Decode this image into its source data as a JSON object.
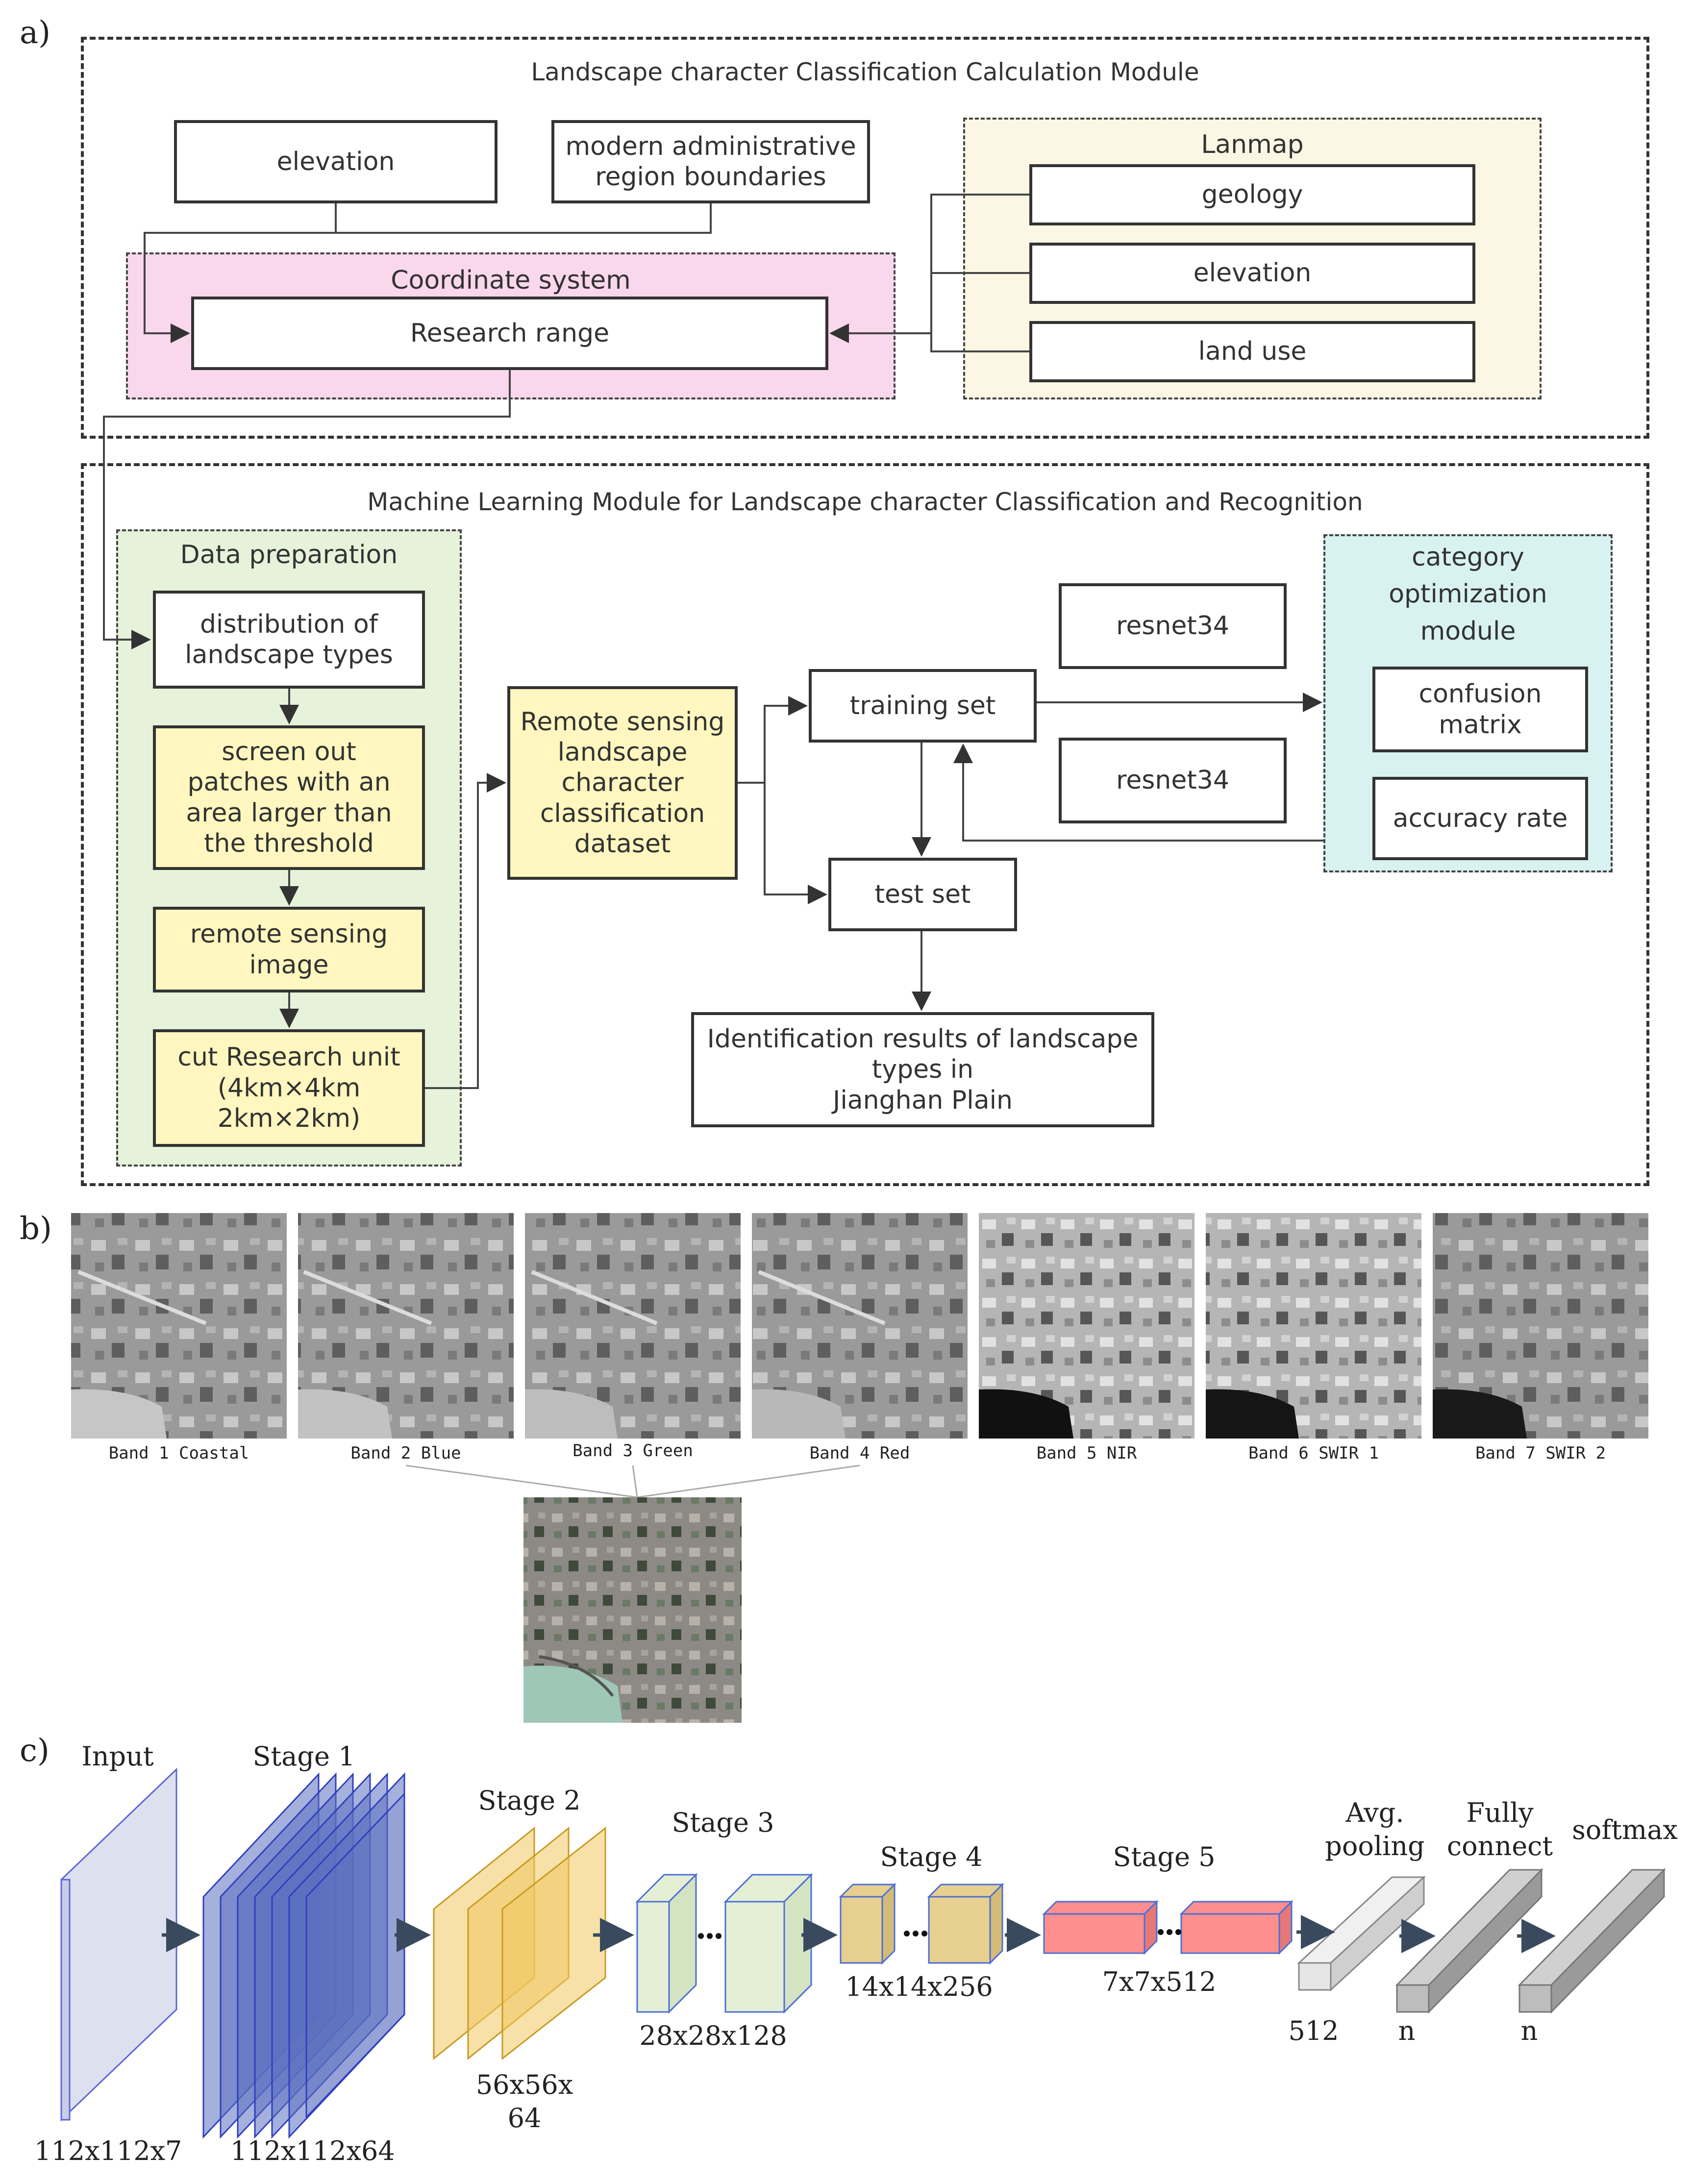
{
  "panels": {
    "a": "a)",
    "b": "b)",
    "c": "c)"
  },
  "module1": {
    "title": "Landscape character Classification Calculation Module",
    "elevation_top": "elevation",
    "admin_boundaries": "modern administrative\nregion boundaries",
    "coord_system": "Coordinate system",
    "research_range": "Research range",
    "lanmap": {
      "title": "Lanmap",
      "items": [
        "geology",
        "elevation",
        "land use"
      ]
    }
  },
  "module2": {
    "title": "Machine Learning Module for Landscape character Classification and Recognition",
    "data_prep": {
      "title": "Data preparation",
      "steps": [
        "distribution of\nlandscape types",
        "screen out\npatches with an\narea larger than\nthe threshold",
        "remote sensing\nimage",
        "cut Research unit\n(4km×4km\n2km×2km)"
      ]
    },
    "dataset": "Remote sensing\nlandscape\ncharacter\nclassification\ndataset",
    "training_set": "training set",
    "test_set": "test set",
    "resnet_a": "resnet34",
    "resnet_b": "resnet34",
    "results": "Identification results of landscape\ntypes in\nJianghan Plain",
    "category_module": {
      "title": "category\noptimization\nmodule",
      "items": [
        "confusion\nmatrix",
        "accuracy  rate"
      ]
    }
  },
  "bands": [
    "Band 1 Coastal",
    "Band 2 Blue",
    "Band 3 Green",
    "Band 4 Red",
    "Band 5 NIR",
    "Band 6 SWIR 1",
    "Band 7 SWIR 2"
  ],
  "network": {
    "stage_labels": [
      "Input",
      "Stage 1",
      "Stage 2",
      "Stage 3",
      "Stage 4",
      "Stage 5",
      "Avg.\npooling",
      "Fully\nconnect",
      "softmax"
    ],
    "dims": [
      "112x112x7",
      "112x112x64",
      "56x56x\n64",
      "28x28x128",
      "14x14x256",
      "7x7x512",
      "512",
      "n",
      "n"
    ],
    "colors": {
      "input": "#dde0ee",
      "stage1": "#5b6fc0",
      "stage2": "#f0c860",
      "stage3": "#e4efd6",
      "stage4": "#e6cf8f",
      "stage5": "#ff8f8f",
      "pool": "#e6e6e6",
      "fc": "#bdbdbd"
    }
  },
  "colors": {
    "coord_fill": "#f9d7ec",
    "lanmap_fill": "#fbf7e4",
    "dataprep_fill": "#e6f2d9",
    "category_fill": "#d8f2f1",
    "yellow_box": "#fff7bf"
  }
}
